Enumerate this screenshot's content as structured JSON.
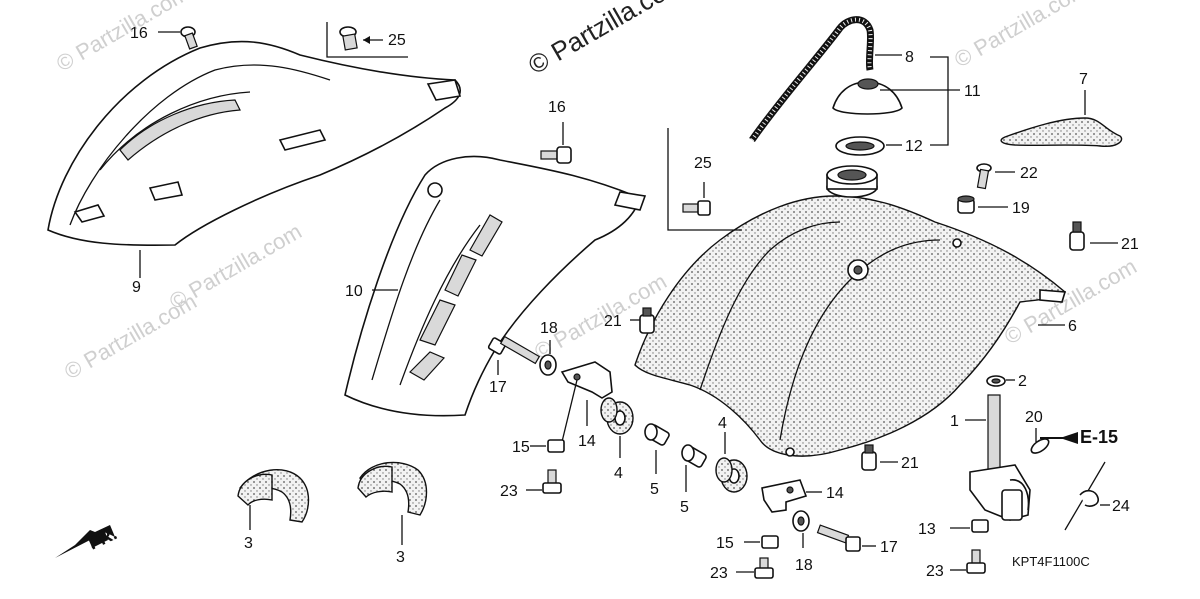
{
  "watermarks": {
    "main": "© Partzilla.com",
    "faint": "© Partzilla.com"
  },
  "diagram_code": "KPT4F1100C",
  "direction_label": "FR.",
  "reference": "E-15",
  "callouts": {
    "c1": "1",
    "c2": "2",
    "c3a": "3",
    "c3b": "3",
    "c4a": "4",
    "c4b": "4",
    "c5a": "5",
    "c5b": "5",
    "c6": "6",
    "c7": "7",
    "c8": "8",
    "c9": "9",
    "c10": "10",
    "c11": "11",
    "c12": "12",
    "c13": "13",
    "c14a": "14",
    "c14b": "14",
    "c15a": "15",
    "c15b": "15",
    "c16a": "16",
    "c16b": "16",
    "c17a": "17",
    "c17b": "17",
    "c18a": "18",
    "c18b": "18",
    "c19": "19",
    "c20": "20",
    "c21a": "21",
    "c21b": "21",
    "c21c": "21",
    "c22": "22",
    "c23a": "23",
    "c23b": "23",
    "c23c": "23",
    "c24": "24",
    "c25a": "25",
    "c25b": "25"
  }
}
